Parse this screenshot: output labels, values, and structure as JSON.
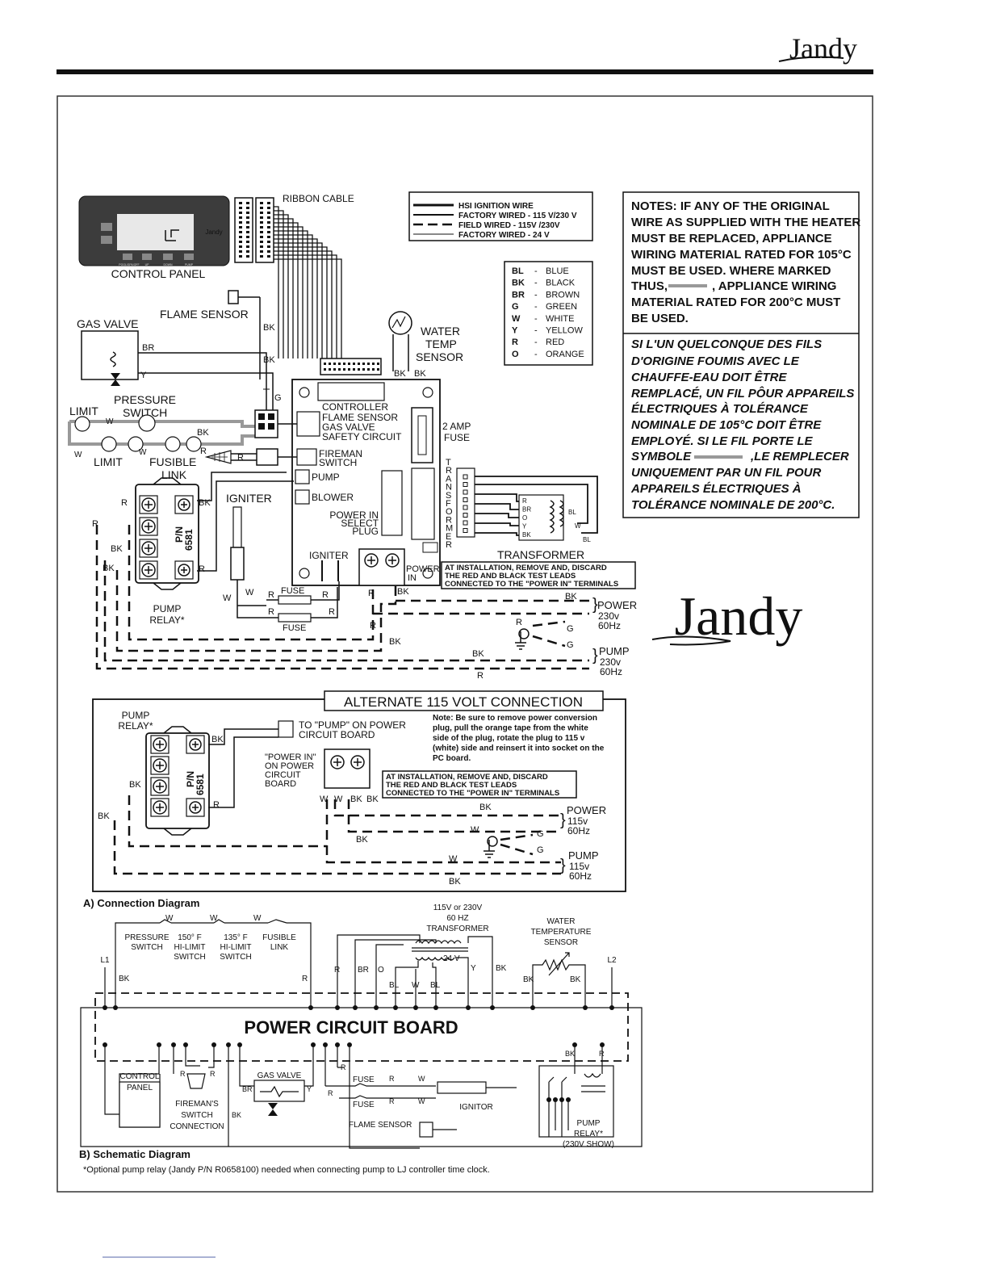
{
  "brand": {
    "logo_text": "Jandy"
  },
  "control_panel": {
    "label": "CONTROL PANEL",
    "ribbon_label": "RIBBON CABLE",
    "display_logo": "Jandy",
    "button_labels": [
      "POOL/SPA/OFF",
      "UP",
      "DOWN",
      "PUMP"
    ]
  },
  "legend": {
    "lines": [
      "HSI IGNITION WIRE",
      "FACTORY WIRED - 115 V/230 V",
      "FIELD WIRED - 115V /230V",
      "FACTORY WIRED - 24 V"
    ],
    "colors": [
      {
        "code": "BL",
        "name": "BLUE"
      },
      {
        "code": "BK",
        "name": "BLACK"
      },
      {
        "code": "BR",
        "name": "BROWN"
      },
      {
        "code": "G",
        "name": "GREEN"
      },
      {
        "code": "W",
        "name": "WHITE"
      },
      {
        "code": "Y",
        "name": "YELLOW"
      },
      {
        "code": "R",
        "name": "RED"
      },
      {
        "code": "O",
        "name": "ORANGE"
      }
    ],
    "dash": "-"
  },
  "notes": {
    "en": [
      "NOTES: IF ANY OF THE ORIGINAL",
      "WIRE AS SUPPLIED WITH THE HEATER",
      "MUST BE REPLACED, APPLIANCE",
      "WIRING MATERIAL RATED FOR 105°C",
      "MUST BE USED. WHERE MARKED",
      "THUS,",
      ", APPLIANCE WIRING",
      "MATERIAL RATED FOR 200°C MUST",
      "BE USED."
    ],
    "fr": [
      "SI L'UN QUELCONQUE DES FILS",
      "D'ORIGINE FOUMIS AVEC LE",
      "CHAUFFE-EAU DOIT ÊTRE",
      "REMPLACÉ, UN FIL PÔUR APPAREILS",
      "ÉLECTRIQUES À TOLÉRANCE",
      "NOMINALE DE 105°C DOIT ÊTRE",
      "EMPLOYÉ. SI LE FIL PORTE LE",
      "SYMBOLE",
      ",LE REMPLECER",
      "UNIQUEMENT PAR UN FIL POUR",
      "APPAREILS ÉLECTRIQUES À",
      "TOLÉRANCE NOMINALE DE 200°C."
    ]
  },
  "main": {
    "flame_sensor": "FLAME SENSOR",
    "gas_valve": "GAS VALVE",
    "water_temp_sensor": [
      "WATER",
      "TEMP",
      "SENSOR"
    ],
    "pressure_switch": [
      "PRESSURE",
      "SWITCH"
    ],
    "limit": "LIMIT",
    "fusible_link": [
      "FUSIBLE",
      "LINK"
    ],
    "igniter": "IGNITER",
    "controller": [
      "CONTROLLER",
      "FLAME SENSOR",
      "GAS VALVE",
      "SAFETY CIRCUIT"
    ],
    "fireman_switch": [
      "FIREMAN",
      "SWITCH"
    ],
    "pump": "PUMP",
    "blower": "BLOWER",
    "power_in_select": [
      "POWER IN",
      "SELECT",
      "PLUG"
    ],
    "igniter_board": "IGNITER",
    "power_in": [
      "POWER",
      "IN"
    ],
    "fuse_2amp": [
      "2 AMP",
      "FUSE"
    ],
    "transformer_vertical": "TRANSFORMER",
    "transformer": "TRANSFORMER",
    "tap_labels": [
      "R",
      "BR",
      "O",
      "Y",
      "BK"
    ],
    "pn_label": "P/N",
    "pn_number": "6581",
    "pump_relay": [
      "PUMP",
      "RELAY*"
    ],
    "fuse": "FUSE",
    "install_notice": [
      "AT INSTALLATION, REMOVE AND, DISCARD",
      "THE RED AND BLACK TEST LEADS",
      "CONNECTED TO THE \"POWER IN\" TERMINALS"
    ],
    "power_230": [
      "POWER",
      "230v",
      "60Hz"
    ],
    "pump_230": [
      "PUMP",
      "230v",
      "60Hz"
    ],
    "wire_codes": {
      "bk": "BK",
      "r": "R",
      "w": "W",
      "g": "G",
      "y": "Y",
      "br": "BR",
      "bl": "BL",
      "o": "O"
    }
  },
  "alternate": {
    "title": "ALTERNATE 115 VOLT CONNECTION",
    "pump_relay": [
      "PUMP",
      "RELAY*"
    ],
    "to_pump": [
      "TO \"PUMP\" ON POWER",
      "CIRCUIT BOARD"
    ],
    "power_in_board": [
      "\"POWER IN\"",
      "ON POWER",
      "CIRCUIT",
      "BOARD"
    ],
    "note": [
      "Note: Be sure to remove power conversion",
      "plug, pull the orange tape from the white",
      "side of the plug, rotate the plug to 115 v",
      "(white) side and reinsert it into socket on the",
      "PC board."
    ],
    "install_notice": [
      "AT INSTALLATION, REMOVE AND, DISCARD",
      "THE RED AND BLACK TEST LEADS",
      "CONNECTED TO THE \"POWER IN\" TERMINALS"
    ],
    "power_115": [
      "POWER",
      "115v",
      "60Hz"
    ],
    "pump_115": [
      "PUMP",
      "115v",
      "60Hz"
    ]
  },
  "schematic": {
    "caption_a": "A)  Connection Diagram",
    "caption_b": "B)  Schematic Diagram",
    "footnote": "*Optional pump relay (Jandy P/N R0658100) needed when connecting pump to LJ controller time clock.",
    "board_title": "POWER CIRCUIT BOARD",
    "pressure_switch": [
      "PRESSURE",
      "SWITCH"
    ],
    "hilimit_150": [
      "150° F",
      "HI-LIMIT",
      "SWITCH"
    ],
    "hilimit_135": [
      "135° F",
      "HI-LIMIT",
      "SWITCH"
    ],
    "fusible_link": [
      "FUSIBLE",
      "LINK"
    ],
    "transformer": [
      "115V or 230V",
      "60 HZ",
      "TRANSFORMER"
    ],
    "v24": "24 V",
    "water_temp": [
      "WATER",
      "TEMPERATURE",
      "SENSOR"
    ],
    "l1": "L1",
    "l2": "L2",
    "control_panel": [
      "CONTROL",
      "PANEL"
    ],
    "fireman": [
      "FIREMAN'S",
      "SWITCH",
      "CONNECTION"
    ],
    "gas_valve": "GAS VALVE",
    "fuse": "FUSE",
    "ignitor": "IGNITOR",
    "flame_sensor": "FLAME SENSOR",
    "pump_relay": [
      "PUMP",
      "RELAY*",
      "(230V SHOW)"
    ]
  }
}
